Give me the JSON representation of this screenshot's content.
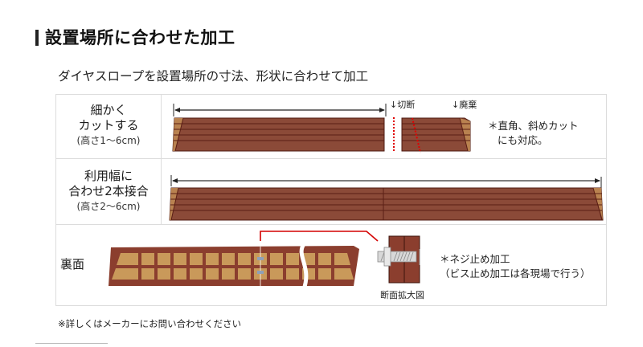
{
  "header": {
    "title": "設置場所に合わせた加工",
    "subtitle": "ダイヤスロープを設置場所の寸法、形状に合わせて加工"
  },
  "table": {
    "rows": [
      {
        "label_line1": "細かく",
        "label_line2": "カットする",
        "label_note": "(高さ1～6cm)",
        "cut_label": "↓切断",
        "discard_label": "↓廃棄",
        "note_line1": "＊直角、斜めカット",
        "note_line2": "にも対応。"
      },
      {
        "label_line1": "利用幅に",
        "label_line2": "合わせ2本接合",
        "label_note": "(高さ2～6cm)"
      },
      {
        "label_line1": "裏面",
        "detail_caption": "断面拡大図",
        "note_line1": "＊ネジ止め加工",
        "note_line2": "（ビス止め加工は各現場で行う）"
      }
    ]
  },
  "footnote": "※詳しくはメーカーにお問い合わせください",
  "colors": {
    "wood": "#8b4a38",
    "wood_dark": "#5a1e14",
    "wood_light": "#b98250",
    "cell": "#c9995a",
    "accent_red": "#d40000",
    "border": "#dcdcdc"
  }
}
